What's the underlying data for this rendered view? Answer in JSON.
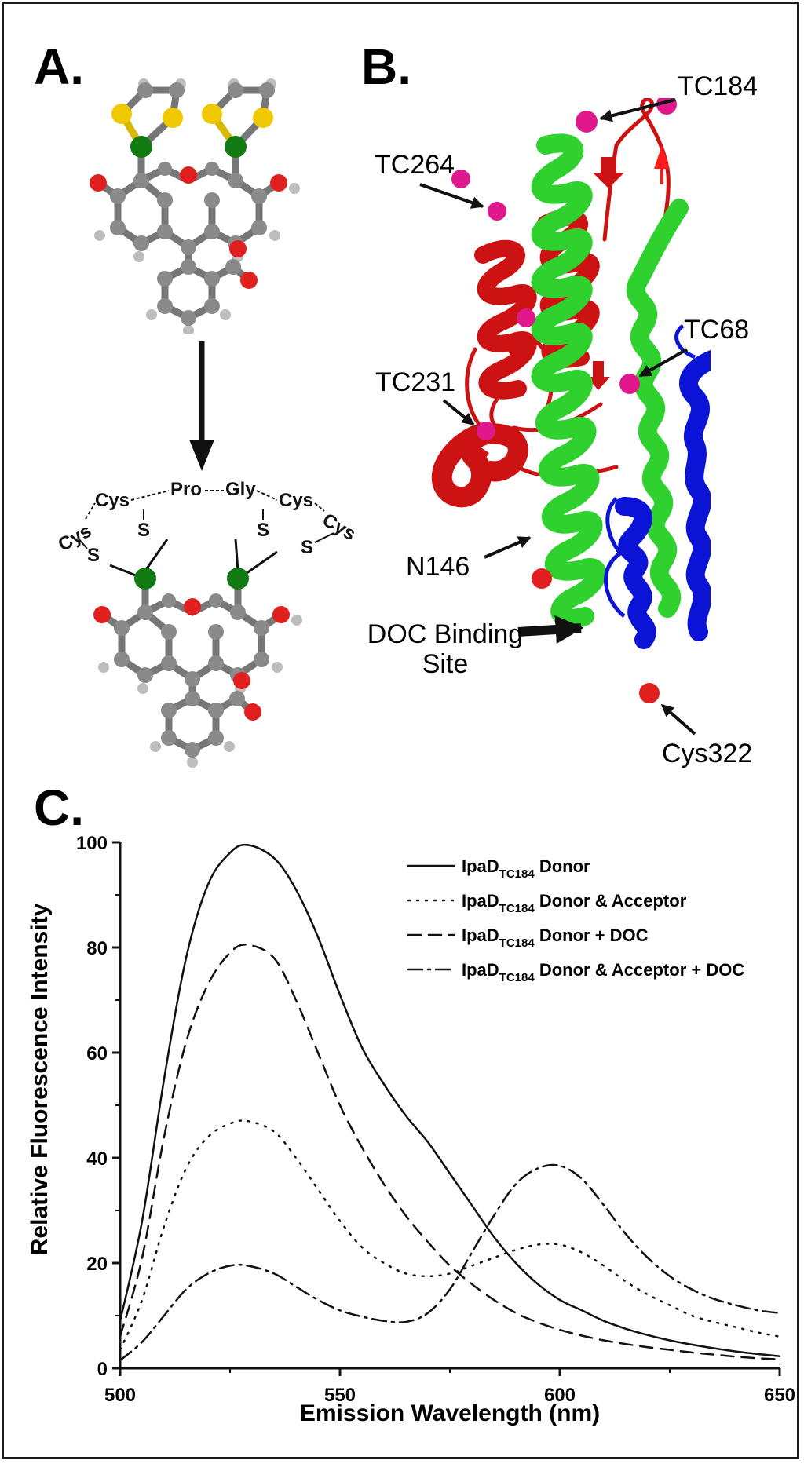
{
  "panel_a": {
    "label": "A.",
    "peptide": [
      "Cys",
      "Cys",
      "Pro",
      "Gly",
      "Cys",
      "Cys"
    ],
    "thiol_label": "S",
    "atom_colors": {
      "carbon": "#8a8a8a",
      "oxygen": "#e21f1f",
      "hydrogen": "#bdbdbd",
      "sulfur": "#f0c800",
      "arsenic": "#127a12"
    }
  },
  "panel_b": {
    "label": "B.",
    "callouts": {
      "tc184": "TC184",
      "tc264": "TC264",
      "tc68": "TC68",
      "tc231": "TC231",
      "n146": "N146",
      "doc": "DOC Binding Site",
      "cys322": "Cys322"
    },
    "domain_colors": {
      "red": "#cc1212",
      "green": "#2fd12f",
      "blue": "#0b14d6",
      "marker": "#e0188c"
    }
  },
  "panel_c": {
    "label": "C.",
    "chart_data": {
      "type": "line",
      "xlabel": "Emission Wavelength (nm)",
      "ylabel": "Relative Fluorescence Intensity",
      "xlim": [
        500,
        650
      ],
      "ylim": [
        0,
        100
      ],
      "xticks": [
        500,
        550,
        600,
        650
      ],
      "yticks": [
        0,
        20,
        40,
        60,
        80,
        100
      ],
      "grid": false,
      "legend_position": "top-right",
      "x": [
        500,
        505,
        510,
        515,
        520,
        525,
        529,
        535,
        540,
        545,
        550,
        555,
        560,
        565,
        570,
        575,
        580,
        585,
        590,
        595,
        600,
        605,
        610,
        615,
        620,
        625,
        630,
        635,
        640,
        645,
        650
      ],
      "series": [
        {
          "name_main": "IpaD",
          "name_sub": "TC184",
          "name_rest": " Donor",
          "dash": "",
          "values": [
            9,
            28,
            55,
            78,
            92,
            98,
            99.5,
            97,
            91,
            82,
            71,
            61,
            54,
            48,
            43,
            37,
            31,
            25,
            20,
            16,
            13,
            11,
            9,
            7.5,
            6.3,
            5.3,
            4.5,
            3.8,
            3.2,
            2.7,
            2.3
          ]
        },
        {
          "name_main": "IpaD",
          "name_sub": "TC184",
          "name_rest": " Donor & Acceptor",
          "dash": "2 9",
          "values": [
            3.5,
            13,
            27,
            38,
            44,
            46.5,
            47,
            45,
            40,
            34,
            28,
            23,
            20,
            18,
            17.5,
            18,
            19.5,
            21,
            22.5,
            23.5,
            23.5,
            22,
            19.5,
            16.5,
            14,
            12,
            10,
            8.8,
            7.8,
            6.8,
            6
          ]
        },
        {
          "name_main": "IpaD",
          "name_sub": "TC184",
          "name_rest": " Donor + DOC",
          "dash": "16 10",
          "values": [
            6,
            21,
            44,
            62,
            73,
            79,
            80.5,
            78,
            70,
            60,
            50,
            42,
            35,
            29,
            24,
            19.5,
            16,
            13,
            10.5,
            8.7,
            7.3,
            6.2,
            5.3,
            4.6,
            4,
            3.5,
            3,
            2.6,
            2.2,
            1.9,
            1.7
          ]
        },
        {
          "name_main": "IpaD",
          "name_sub": "TC184",
          "name_rest": " Donor & Acceptor + DOC",
          "dash": "18 7 3 7",
          "values": [
            1.5,
            5,
            10,
            15,
            18,
            19.5,
            19.5,
            18,
            15.5,
            13,
            11,
            9.8,
            9,
            8.8,
            10.5,
            15,
            22,
            29,
            35,
            38,
            38.5,
            36,
            31,
            25.5,
            21,
            17.5,
            15,
            13.2,
            12,
            11,
            10.5
          ]
        }
      ]
    }
  }
}
